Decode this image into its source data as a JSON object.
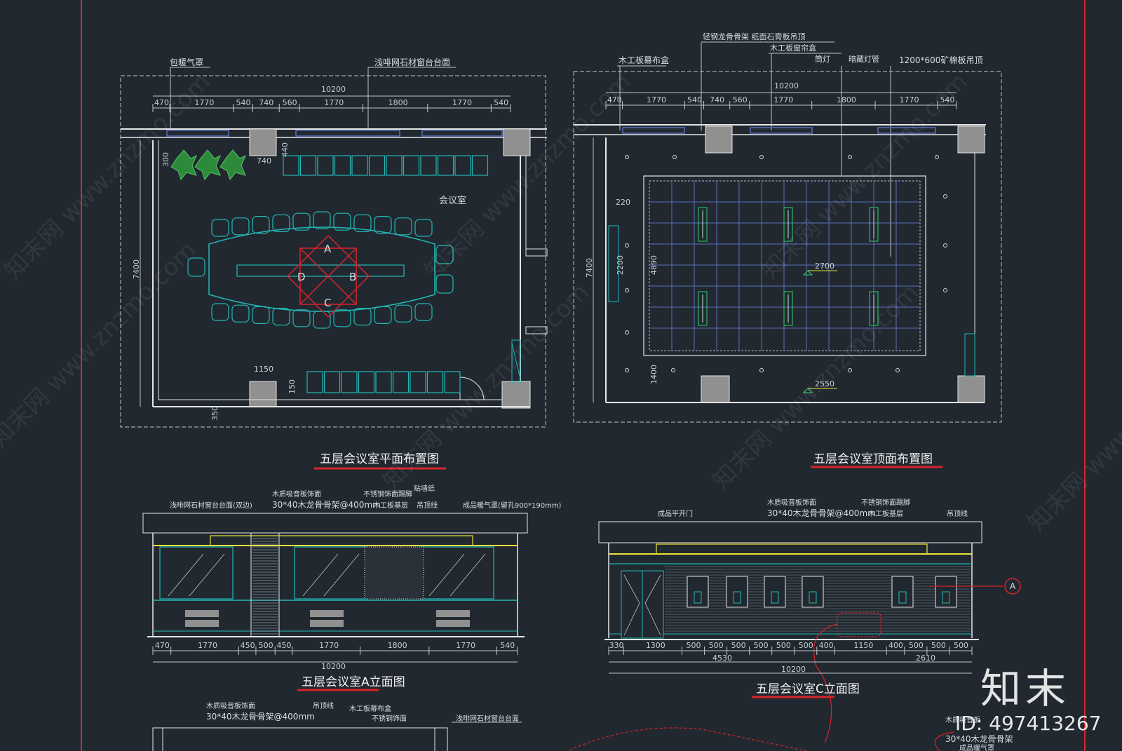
{
  "colors": {
    "background": "#212830",
    "border_red": "#d8242b",
    "wall": "#e6e6e6",
    "furniture": "#22b7b4",
    "grid": "#5a6fb8",
    "highlight": "#e8e23a",
    "column": "#909090"
  },
  "plan_left": {
    "title": "五层会议室平面布置图",
    "label_top_left": "包暖气罩",
    "label_top_right": "浅啡网石材窗台台面",
    "room_label": "会议室",
    "overall_width": "10200",
    "overall_height": "7400",
    "top_dims": [
      "470",
      "1770",
      "540",
      "740",
      "560",
      "1770",
      "1800",
      "1770",
      "540"
    ],
    "side_dims": [
      "300",
      "740",
      "440",
      "1150",
      "150",
      "350"
    ],
    "markers": [
      "A",
      "B",
      "C",
      "D"
    ]
  },
  "plan_right": {
    "title": "五层会议室顶面布置图",
    "label_1": "轻钢龙骨骨架 纸面石膏板吊顶",
    "label_2": "木工板窗帘盒",
    "label_3": "木工板幕布盒",
    "label_4": "筒灯",
    "label_5": "暗藏灯管",
    "label_6": "1200*600矿棉板吊顶",
    "overall_width": "10200",
    "top_dims": [
      "470",
      "1770",
      "540",
      "740",
      "560",
      "1770",
      "1800",
      "1770",
      "540"
    ],
    "side_dims": [
      "7400",
      "220",
      "2200",
      "4890",
      "1400"
    ],
    "level_1": "2700",
    "level_2": "2550"
  },
  "elev_a": {
    "title": "五层会议室A立面图",
    "label_1": "浅啡网石材窗台台面(双边)",
    "label_2": "木质吸音板饰面",
    "label_3": "30*40木龙骨骨架@400mm",
    "label_4": "木工板基层",
    "label_5": "不锈钢饰面踢脚",
    "label_6": "贴墙纸",
    "label_7": "吊顶线",
    "label_8": "成品暖气罩(留孔900*190mm)",
    "bottom_dims": [
      "470",
      "1770",
      "450",
      "500",
      "450",
      "1770",
      "1800",
      "1770",
      "540"
    ],
    "overall": "10200"
  },
  "elev_c": {
    "title": "五层会议室C立面图",
    "label_1": "成品平开门",
    "label_2": "木质吸音板饰面",
    "label_3": "30*40木龙骨骨架@400mm",
    "label_4": "木工板基层",
    "label_5": "不锈钢饰面踢脚",
    "label_6": "吊顶线",
    "marker": "A",
    "bottom_dims": [
      "330",
      "1300",
      "500",
      "500",
      "500",
      "500",
      "500",
      "500",
      "400",
      "1150",
      "400",
      "500",
      "500",
      "500"
    ],
    "overall": "10200",
    "sub_dims": [
      "4530",
      "2610"
    ]
  },
  "elev_bottom": {
    "label_1": "木质吸音板饰面",
    "label_2": "30*40木龙骨骨架@400mm",
    "label_3": "吊顶线",
    "label_4": "木工板幕布盒",
    "label_5": "不锈钢饰面",
    "label_6": "浅啡网石材窗台台面",
    "right_label_1": "木质吸音板",
    "right_label_2": "30*40木龙骨骨架",
    "right_label_3": "成品暖气罩"
  },
  "watermark": {
    "text": "知末网 www.znzmo.com"
  },
  "brand": {
    "logo": "知末",
    "id": "ID: 497413267"
  }
}
